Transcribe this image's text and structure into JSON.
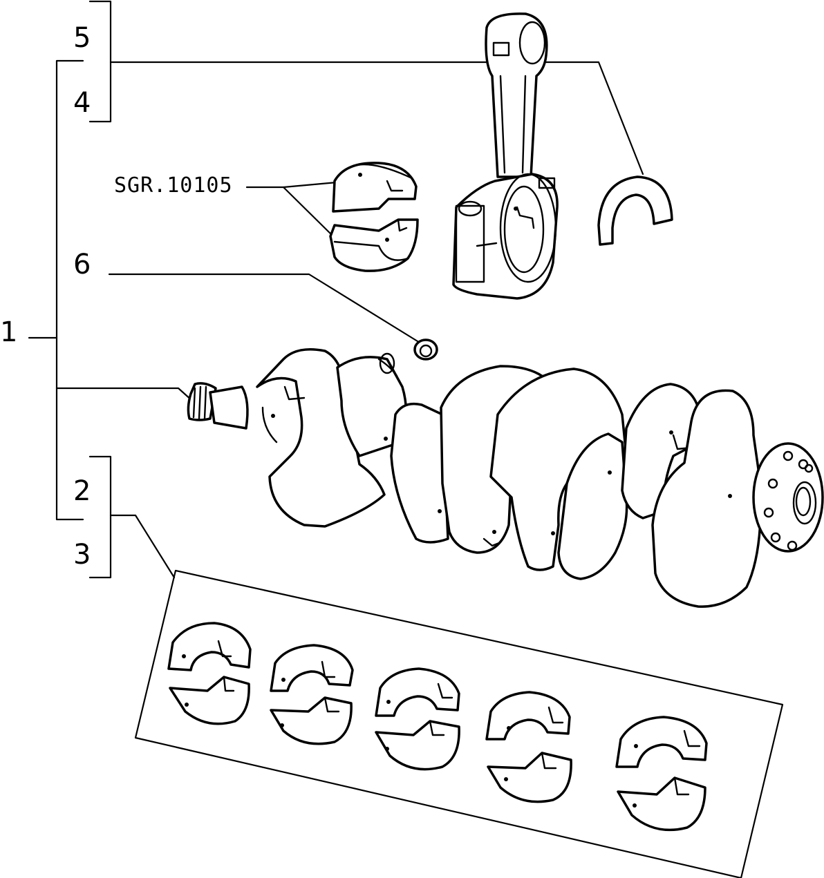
{
  "callouts": {
    "c1": "1",
    "c2": "2",
    "c3": "3",
    "c4": "4",
    "c5": "5",
    "c6": "6"
  },
  "reference_code": "SGR.10105",
  "colors": {
    "line": "#000000",
    "background": "#ffffff"
  }
}
